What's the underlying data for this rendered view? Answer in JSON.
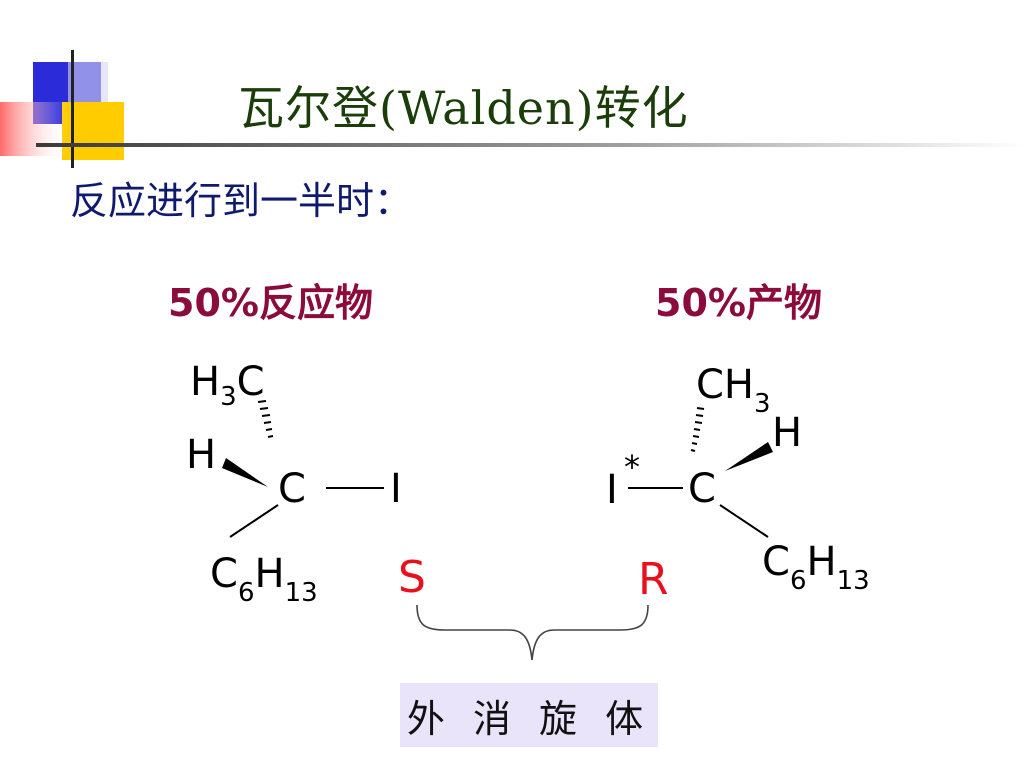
{
  "slide": {
    "title": "瓦尔登(Walden)转化",
    "subtitle": "反应进行到一半时：",
    "left_label": "50%反应物",
    "right_label": "50%产物",
    "left_config": "S",
    "right_config": "R",
    "bracket_label": "外 消 旋 体",
    "colors": {
      "title": "#1a3d0a",
      "subtitle": "#0f1a6e",
      "label": "#8b0c3c",
      "config": "#e8101a",
      "badge_bg": "#e9e4f9"
    }
  },
  "left_molecule": {
    "center": "C",
    "top_group": [
      "H",
      "3",
      "C"
    ],
    "wedge_group": "H",
    "right_group": "I",
    "bottom_group": [
      "C",
      "6",
      "H",
      "13"
    ]
  },
  "right_molecule": {
    "center": "C",
    "top_group": [
      "CH",
      "3"
    ],
    "wedge_group": "H",
    "left_group": "I",
    "left_mark": "*",
    "bottom_group": [
      "C",
      "6",
      "H",
      "13"
    ]
  }
}
